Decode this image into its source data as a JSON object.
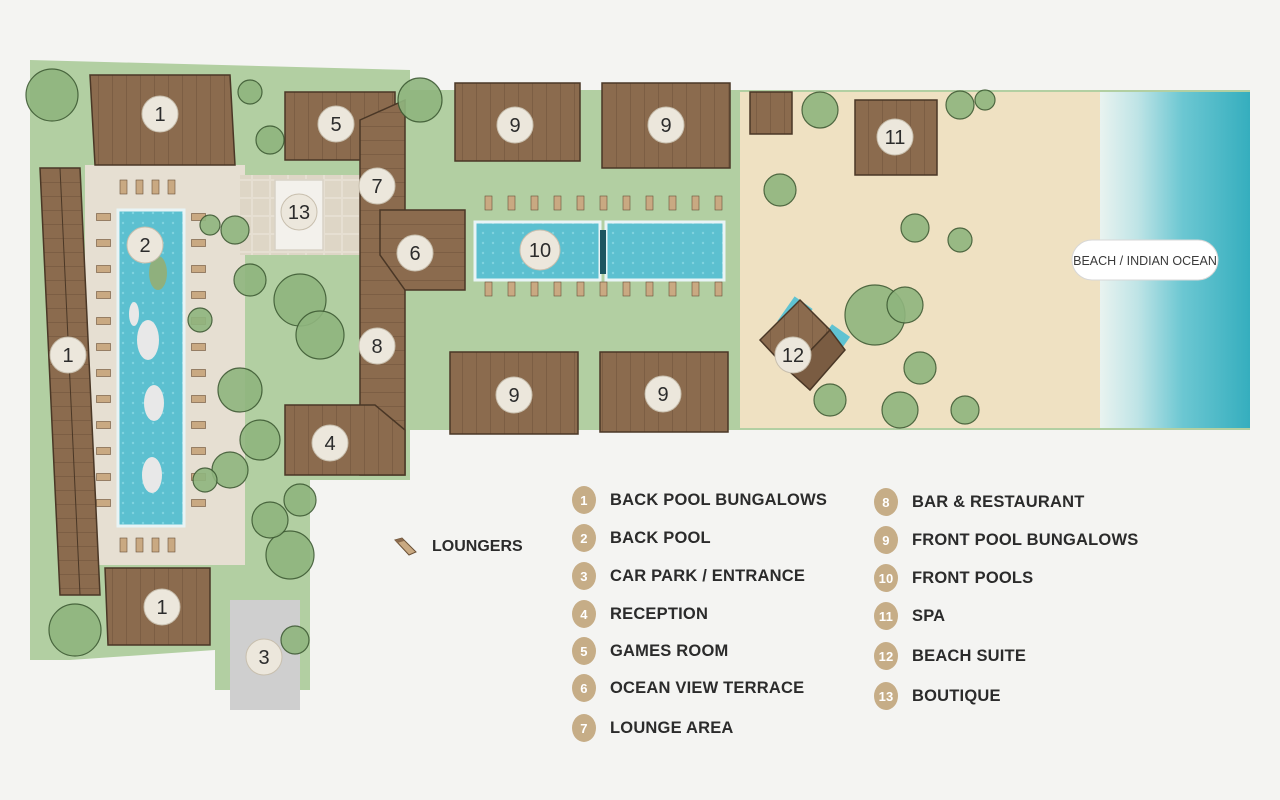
{
  "map": {
    "beach_label": "BEACH / INDIAN OCEAN",
    "markers": [
      {
        "id": "m1a",
        "num": "1"
      },
      {
        "id": "m1b",
        "num": "1"
      },
      {
        "id": "m1c",
        "num": "1"
      },
      {
        "id": "m2",
        "num": "2"
      },
      {
        "id": "m3",
        "num": "3"
      },
      {
        "id": "m4",
        "num": "4"
      },
      {
        "id": "m5",
        "num": "5"
      },
      {
        "id": "m6",
        "num": "6"
      },
      {
        "id": "m7",
        "num": "7"
      },
      {
        "id": "m8",
        "num": "8"
      },
      {
        "id": "m9a",
        "num": "9"
      },
      {
        "id": "m9b",
        "num": "9"
      },
      {
        "id": "m9c",
        "num": "9"
      },
      {
        "id": "m9d",
        "num": "9"
      },
      {
        "id": "m10",
        "num": "10"
      },
      {
        "id": "m11",
        "num": "11"
      },
      {
        "id": "m12",
        "num": "12"
      },
      {
        "id": "m13",
        "num": "13"
      }
    ]
  },
  "legend": {
    "loungers_label": "LOUNGERS",
    "items": [
      {
        "num": "1",
        "label": "BACK POOL BUNGALOWS"
      },
      {
        "num": "2",
        "label": "BACK POOL"
      },
      {
        "num": "3",
        "label": "CAR PARK / ENTRANCE"
      },
      {
        "num": "4",
        "label": "RECEPTION"
      },
      {
        "num": "5",
        "label": "GAMES ROOM"
      },
      {
        "num": "6",
        "label": "OCEAN VIEW TERRACE"
      },
      {
        "num": "7",
        "label": "LOUNGE AREA"
      },
      {
        "num": "8",
        "label": "BAR & RESTAURANT"
      },
      {
        "num": "9",
        "label": "FRONT POOL BUNGALOWS"
      },
      {
        "num": "10",
        "label": "FRONT POOLS"
      },
      {
        "num": "11",
        "label": "SPA"
      },
      {
        "num": "12",
        "label": "BEACH SUITE"
      },
      {
        "num": "13",
        "label": "BOUTIQUE"
      }
    ]
  },
  "colors": {
    "roof": "#8a6a4d",
    "grass": "#a9c79a",
    "pool": "#5fc3d2",
    "sand": "#efe1c3",
    "ocean": "#3fb7c4",
    "badge": "#c6ad87"
  }
}
